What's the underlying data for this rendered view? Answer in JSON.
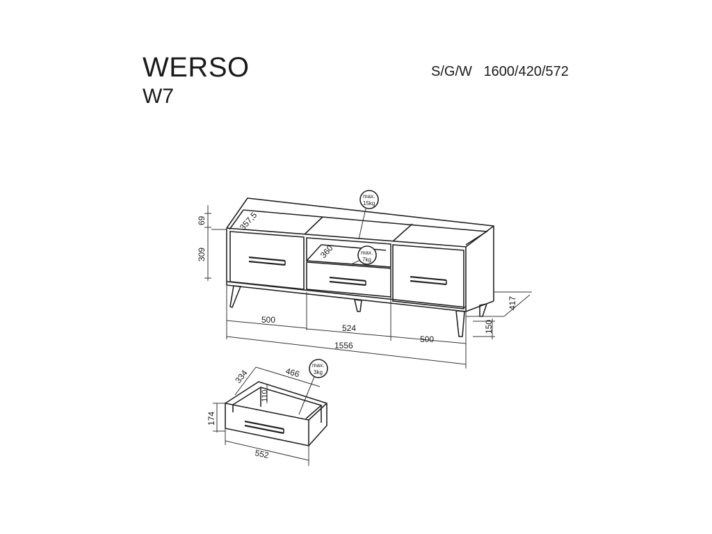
{
  "header": {
    "product_name": "WERSO",
    "model_code": "W7",
    "spec_label": "S/G/W",
    "spec_value": "1600/420/572"
  },
  "dimensions": {
    "top_height": "69",
    "inner_depth": "357,5",
    "cabinet_height": "309",
    "shelf_depth": "360",
    "left_width": "500",
    "center_width": "524",
    "right_width": "500",
    "overall_width": "1556",
    "depth": "417",
    "leg_height": "150"
  },
  "load_limits": {
    "top": [
      "max.",
      "15kg"
    ],
    "shelf": [
      "max.",
      "7kg"
    ],
    "drawer": [
      "max.",
      "3kg"
    ]
  },
  "drawer_detail": {
    "depth": "334",
    "width_inner": "466",
    "inner_height": "110",
    "height": "174",
    "front_width": "552"
  }
}
